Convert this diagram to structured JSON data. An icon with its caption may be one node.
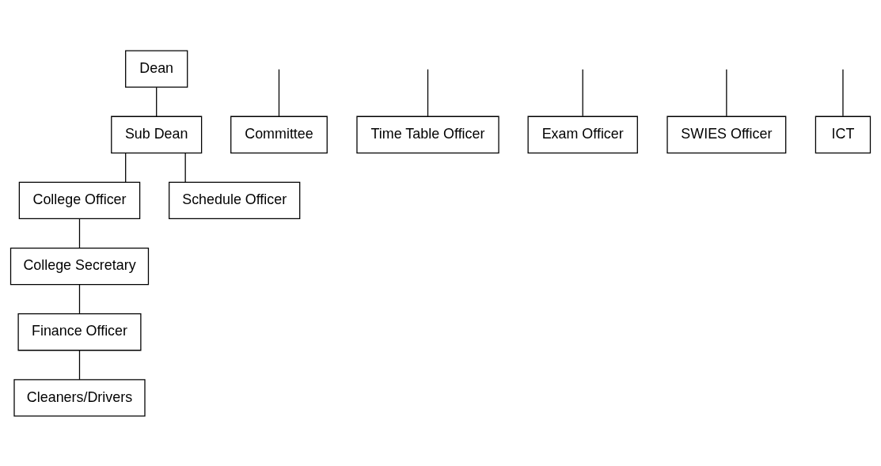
{
  "diagram": {
    "nodes": [
      {
        "text": [
          "Dean"
        ]
      },
      {
        "text": [
          "Sub Dean"
        ]
      },
      {
        "text": [
          "College Officer"
        ]
      },
      {
        "text": [
          "Schedule Officer"
        ]
      },
      {
        "text": [
          "College Secretary"
        ]
      },
      {
        "text": [
          "Committee"
        ]
      },
      {
        "text": [
          "Time Table Officer"
        ]
      },
      {
        "text": [
          "Exam Officer"
        ]
      },
      {
        "text": [
          "SWIES Officer"
        ]
      },
      {
        "text": [
          "Finance Officer"
        ]
      },
      {
        "text": [
          "ICT"
        ]
      },
      {
        "text": [
          "Cleaners/Drivers"
        ]
      }
    ],
    "edges": [
      {
        "from": 0,
        "to": 1,
        "arrow": "none"
      },
      {
        "from": 1,
        "to": 2,
        "arrow": "none"
      },
      {
        "from": 1,
        "to": 3,
        "arrow": "none"
      },
      {
        "from": 2,
        "to": 4,
        "arrow": "none"
      },
      {
        "from": 4,
        "to": 9,
        "arrow": "none"
      },
      {
        "from": 9,
        "to": 11,
        "arrow": "none"
      },
      {
        "from": null,
        "to": 5,
        "arrow": "none"
      },
      {
        "from": null,
        "to": 6,
        "arrow": "none"
      },
      {
        "from": null,
        "to": 10,
        "arrow": "none"
      },
      {
        "from": null,
        "to": 7,
        "arrow": "none"
      },
      {
        "from": null,
        "to": 8,
        "arrow": "none"
      }
    ]
  }
}
